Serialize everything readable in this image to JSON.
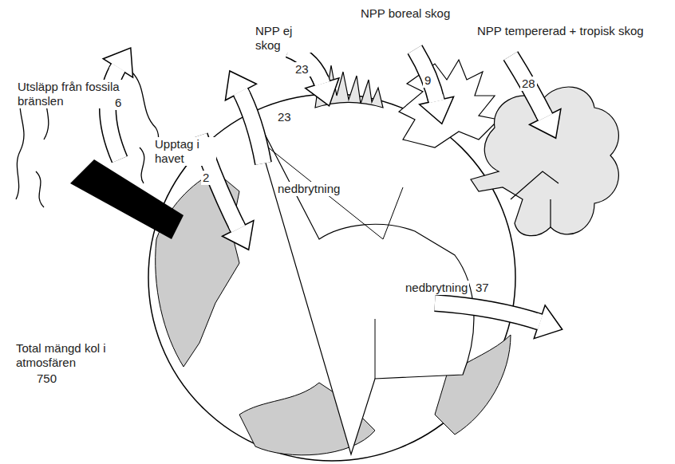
{
  "diagram": {
    "labels": [
      "Utsläpp från fossila bränslen",
      "6",
      "Upptag i havet",
      "2",
      "NPP ej skog",
      "23",
      "23",
      "nedbrytning",
      "NPP boreal skog",
      "9",
      "NPP tempererad + tropisk skog",
      "28",
      "nedbrytning",
      "37",
      "Total mängd kol i atmosfären",
      "750"
    ]
  }
}
